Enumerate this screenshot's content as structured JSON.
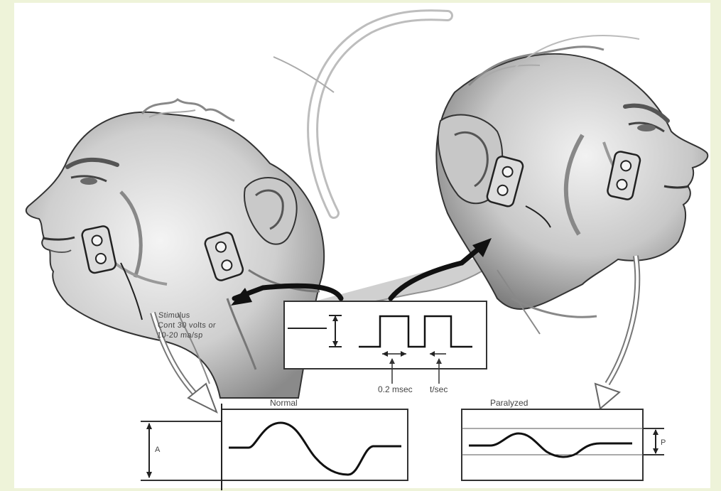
{
  "colors": {
    "page_background": "#eef3d9",
    "figure_background": "#ffffff",
    "ink": "#222222",
    "skin_shade": "#9a9a9a",
    "electrode": "#d8d8d8"
  },
  "figure": {
    "left_face": {
      "label": "patient-left-profile"
    },
    "right_face": {
      "label": "patient-right-profile"
    },
    "stimulator": {
      "text_lines": [
        "Stimulus",
        "Cont 30 volts or",
        "10-20 ma/sp"
      ]
    },
    "pulse_box": {
      "labels": {
        "pulse_width": "0.2 msec",
        "period": "t/sec"
      }
    },
    "response_normal": {
      "title": "Normal",
      "amplitude_label": "A"
    },
    "response_paralyzed": {
      "title": "Paralyzed",
      "amplitude_label": "P"
    }
  }
}
